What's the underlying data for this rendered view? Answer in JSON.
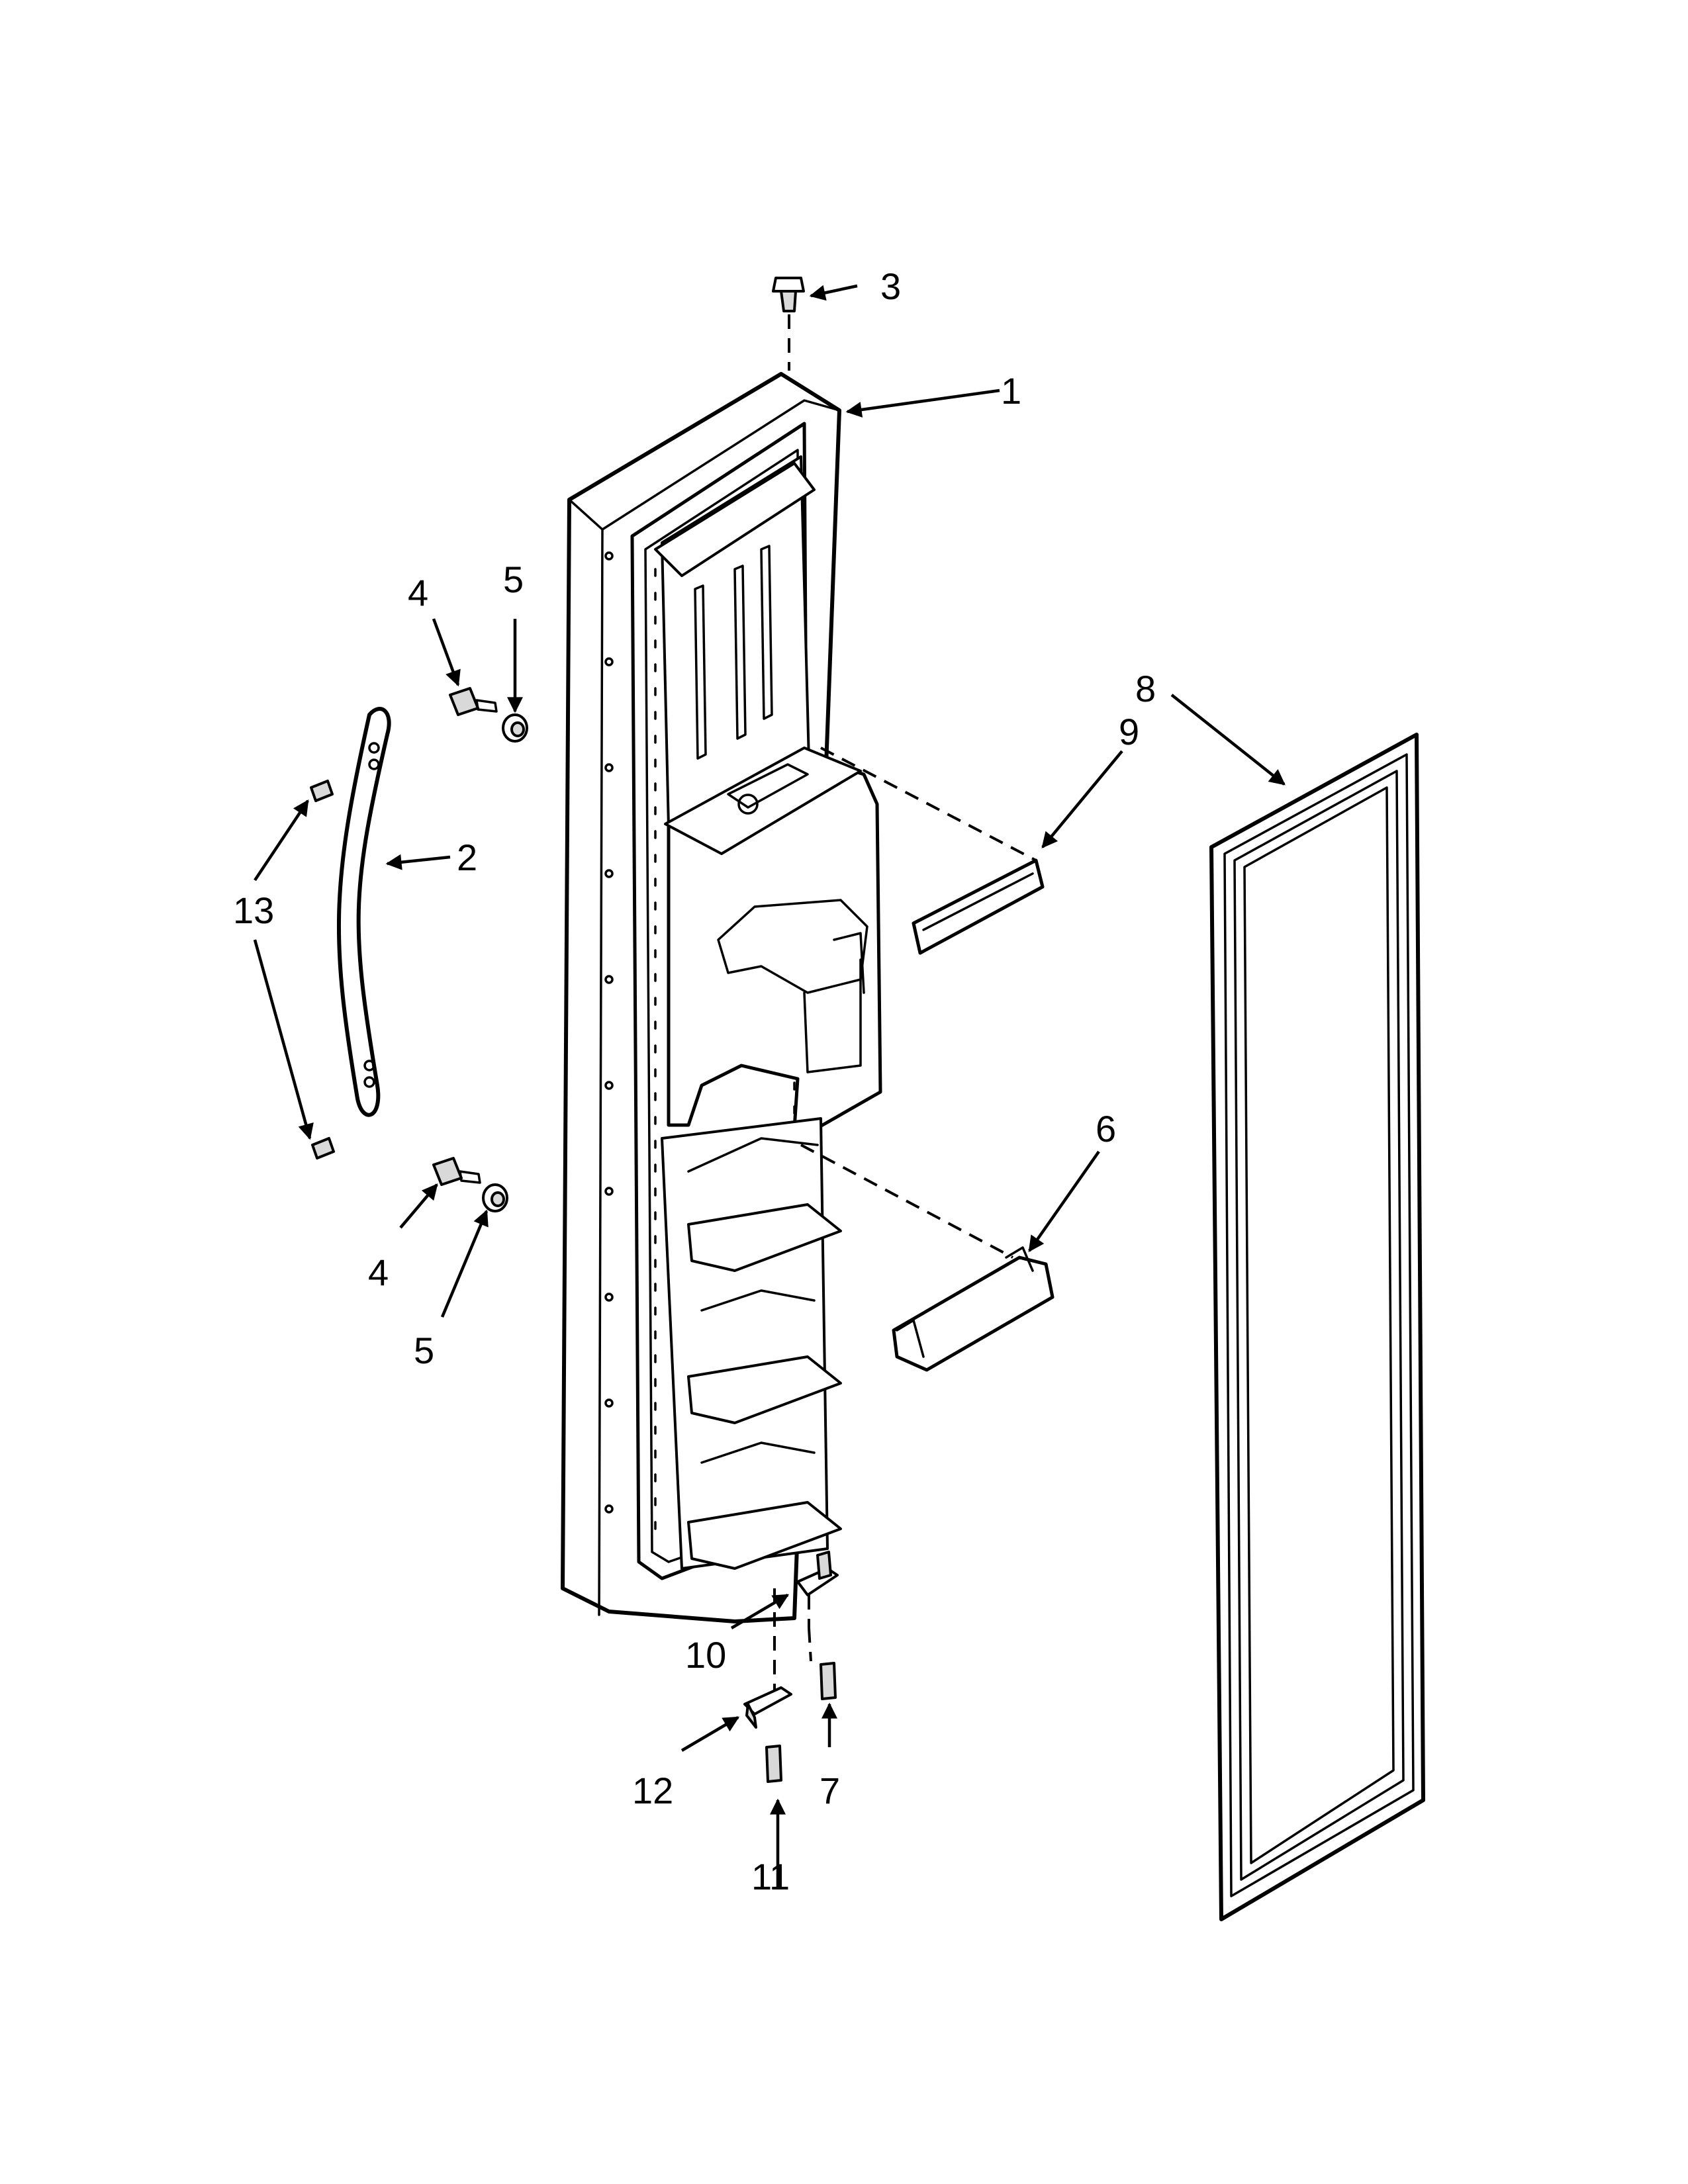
{
  "diagram": {
    "type": "exploded-parts-view",
    "line_color": "#000000",
    "background": "#ffffff",
    "callouts": [
      {
        "id": "c1",
        "label": "1"
      },
      {
        "id": "c2",
        "label": "2"
      },
      {
        "id": "c3",
        "label": "3"
      },
      {
        "id": "c4a",
        "label": "4"
      },
      {
        "id": "c4b",
        "label": "4"
      },
      {
        "id": "c5a",
        "label": "5"
      },
      {
        "id": "c5b",
        "label": "5"
      },
      {
        "id": "c6",
        "label": "6"
      },
      {
        "id": "c7",
        "label": "7"
      },
      {
        "id": "c8",
        "label": "8"
      },
      {
        "id": "c9",
        "label": "9"
      },
      {
        "id": "c10",
        "label": "10"
      },
      {
        "id": "c11",
        "label": "11"
      },
      {
        "id": "c12",
        "label": "12"
      },
      {
        "id": "c13",
        "label": "13"
      }
    ]
  }
}
